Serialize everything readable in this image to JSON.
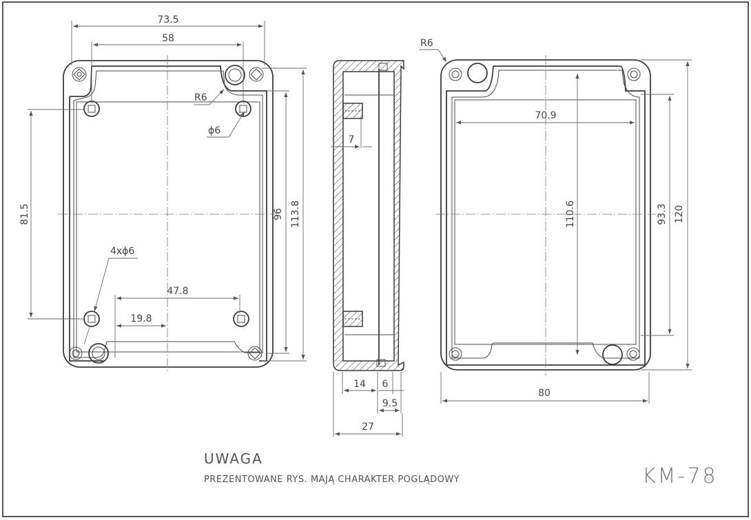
{
  "drawing": {
    "model_code": "KM-78",
    "note": {
      "title": "UWAGA",
      "text": "PREZENTOWANE RYS. MAJĄ CHARAKTER POGLĄDOWY"
    },
    "front_view": {
      "dims": {
        "overall_width": "73.5",
        "hole_spacing_width": "58",
        "corner_radius": "R6",
        "hole_diameter": "ϕ6",
        "hole_vertical_spacing": "81.5",
        "inner_height": "96",
        "overall_height": "113.8",
        "holes_callout": "4xϕ6",
        "boss_span": "47.8",
        "boss_offset": "19.8"
      }
    },
    "side_view": {
      "dims": {
        "boss_depth": "7",
        "base_depth": "14",
        "lid_depth": "6",
        "lid_total": "9.5",
        "overall_depth": "27"
      }
    },
    "back_view": {
      "dims": {
        "corner_radius": "R6",
        "inner_width": "70.9",
        "inner_height": "110.6",
        "recess_height": "93.3",
        "overall_height": "120",
        "overall_width": "80"
      }
    }
  }
}
